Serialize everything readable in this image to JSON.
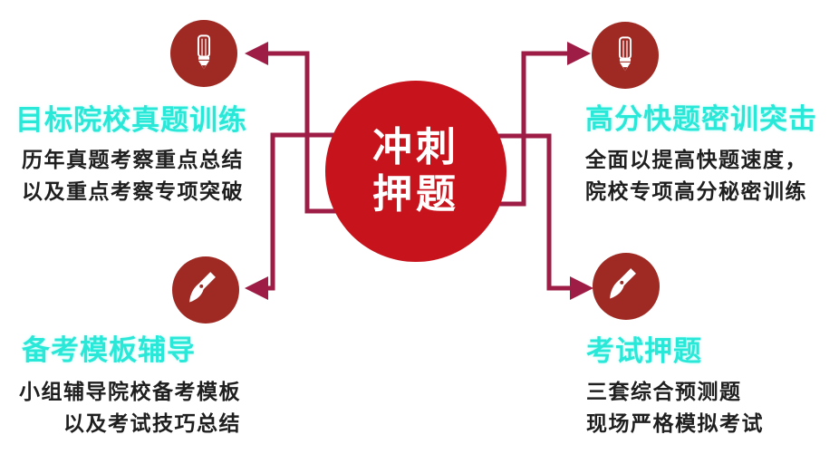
{
  "diagram": {
    "center": {
      "label_line1": "冲刺",
      "label_line2": "押题"
    },
    "sections": {
      "top_left": {
        "icon": "pencil-icon",
        "heading": "目标院校真题训练",
        "lines": [
          "历年真题考察重点总结",
          "以及重点考察专项突破"
        ]
      },
      "top_right": {
        "icon": "pencil-icon",
        "heading": "高分快题密训突击",
        "lines": [
          "全面以提高快题速度，",
          "院校专项高分秘密训练"
        ]
      },
      "bottom_left": {
        "icon": "paintbrush-icon",
        "heading": "备考模板辅导",
        "lines": [
          "小组辅导院校备考模板",
          "以及考试技巧总结"
        ]
      },
      "bottom_right": {
        "icon": "paintbrush-icon",
        "heading": "考试押题",
        "lines": [
          "三套综合预测题",
          "现场严格模拟考试"
        ]
      }
    },
    "colors": {
      "center_circle": "#c7131b",
      "icon_circle": "#9f2a23",
      "connector": "#9e1d46",
      "heading_cyan": "#2ae8d8",
      "body_text": "#1f1f1f",
      "center_text": "#ffffff",
      "background": "#ffffff"
    }
  }
}
